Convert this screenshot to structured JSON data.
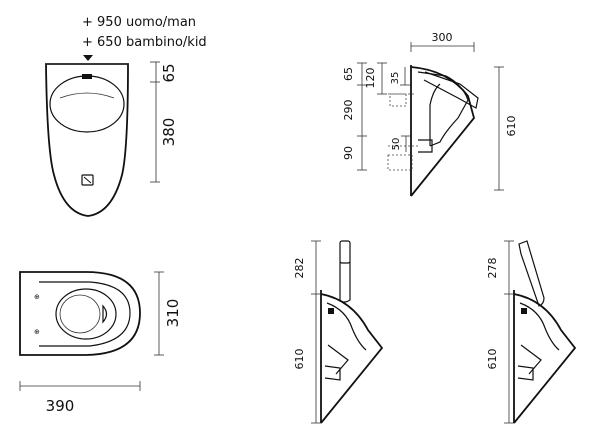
{
  "notes": {
    "adult": "+ 950 uomo/man",
    "child": "+ 650 bambino/kid"
  },
  "front": {
    "dim_top": "65",
    "dim_bowl": "380"
  },
  "top": {
    "dim_depth": "310",
    "dim_width": "390"
  },
  "side_main": {
    "dim_width": "300",
    "dim_height": "610",
    "dim_65": "65",
    "dim_120": "120",
    "dim_35": "35",
    "dim_290": "290",
    "dim_50": "50",
    "dim_90": "90"
  },
  "side_a": {
    "dim_top": "282",
    "dim_height": "610"
  },
  "side_b": {
    "dim_top": "278",
    "dim_height": "610"
  }
}
